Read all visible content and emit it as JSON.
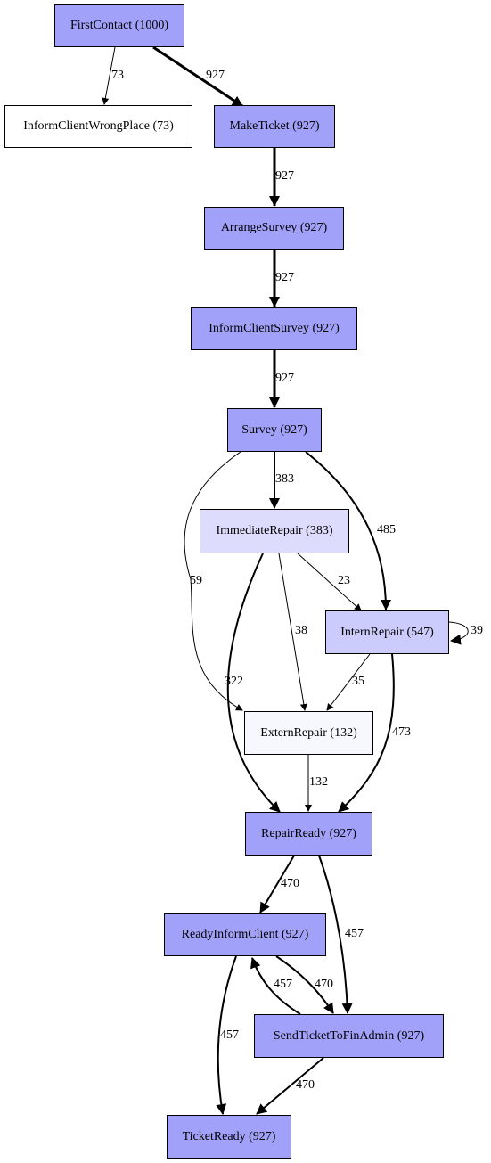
{
  "colors": {
    "dark": "#a1a1fa",
    "medium": "#cbcbfc",
    "light": "#dddcfd",
    "pale": "#f7f7fe",
    "white": "#ffffff",
    "border": "#000000"
  },
  "nodes": {
    "first_contact": {
      "label": "FirstContact (1000)",
      "fill": "dark"
    },
    "inform_client_wrong_place": {
      "label": "InformClientWrongPlace (73)",
      "fill": "white"
    },
    "make_ticket": {
      "label": "MakeTicket (927)",
      "fill": "dark"
    },
    "arrange_survey": {
      "label": "ArrangeSurvey (927)",
      "fill": "dark"
    },
    "inform_client_survey": {
      "label": "InformClientSurvey (927)",
      "fill": "dark"
    },
    "survey": {
      "label": "Survey (927)",
      "fill": "dark"
    },
    "immediate_repair": {
      "label": "ImmediateRepair (383)",
      "fill": "light"
    },
    "intern_repair": {
      "label": "InternRepair (547)",
      "fill": "medium"
    },
    "extern_repair": {
      "label": "ExternRepair (132)",
      "fill": "pale"
    },
    "repair_ready": {
      "label": "RepairReady (927)",
      "fill": "dark"
    },
    "ready_inform_client": {
      "label": "ReadyInformClient (927)",
      "fill": "dark"
    },
    "send_ticket_to_fin_admin": {
      "label": "SendTicketToFinAdmin (927)",
      "fill": "dark"
    },
    "ticket_ready": {
      "label": "TicketReady (927)",
      "fill": "dark"
    }
  },
  "edges": {
    "first_contact_to_wrong_place": "73",
    "first_contact_to_make_ticket": "927",
    "make_ticket_to_arrange_survey": "927",
    "arrange_survey_to_inform_client_survey": "927",
    "inform_client_survey_to_survey": "927",
    "survey_to_immediate_repair": "383",
    "survey_to_intern_repair": "485",
    "survey_to_extern_repair": "59",
    "immediate_repair_to_intern_repair": "23",
    "immediate_repair_to_extern_repair": "38",
    "immediate_repair_to_repair_ready": "322",
    "intern_repair_loop": "39",
    "intern_repair_to_extern_repair": "35",
    "intern_repair_to_repair_ready": "473",
    "extern_repair_to_repair_ready": "132",
    "repair_ready_to_ready_inform_client": "470",
    "repair_ready_to_send_ticket": "457",
    "ready_inform_client_to_send_ticket": "470",
    "send_ticket_to_ready_inform_client": "457",
    "ready_inform_client_to_ticket_ready": "457",
    "send_ticket_to_ticket_ready": "470"
  }
}
